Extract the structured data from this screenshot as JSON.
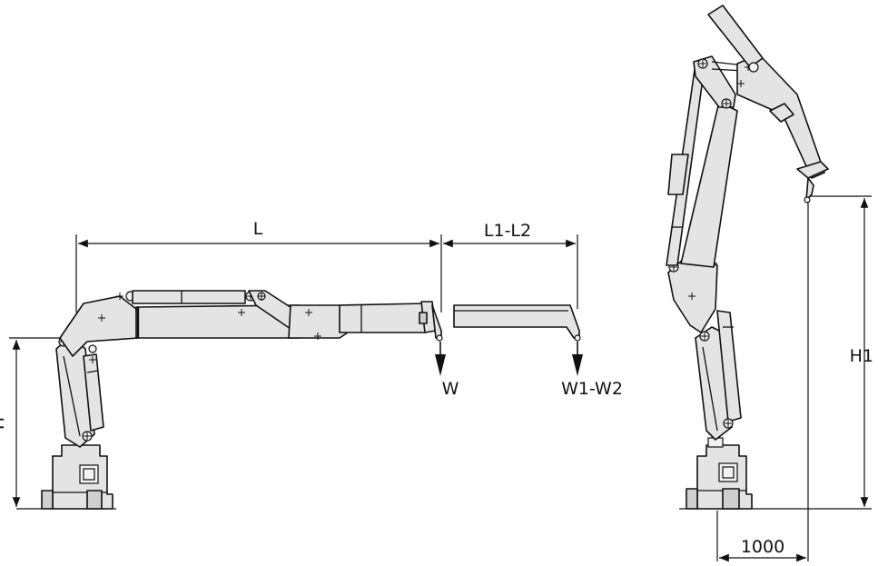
{
  "labels": {
    "reach": "L",
    "extension": "L1-L2",
    "load": "W",
    "load_extension": "W1-W2",
    "height": "H",
    "height_folded": "H1",
    "offset": "1000"
  }
}
